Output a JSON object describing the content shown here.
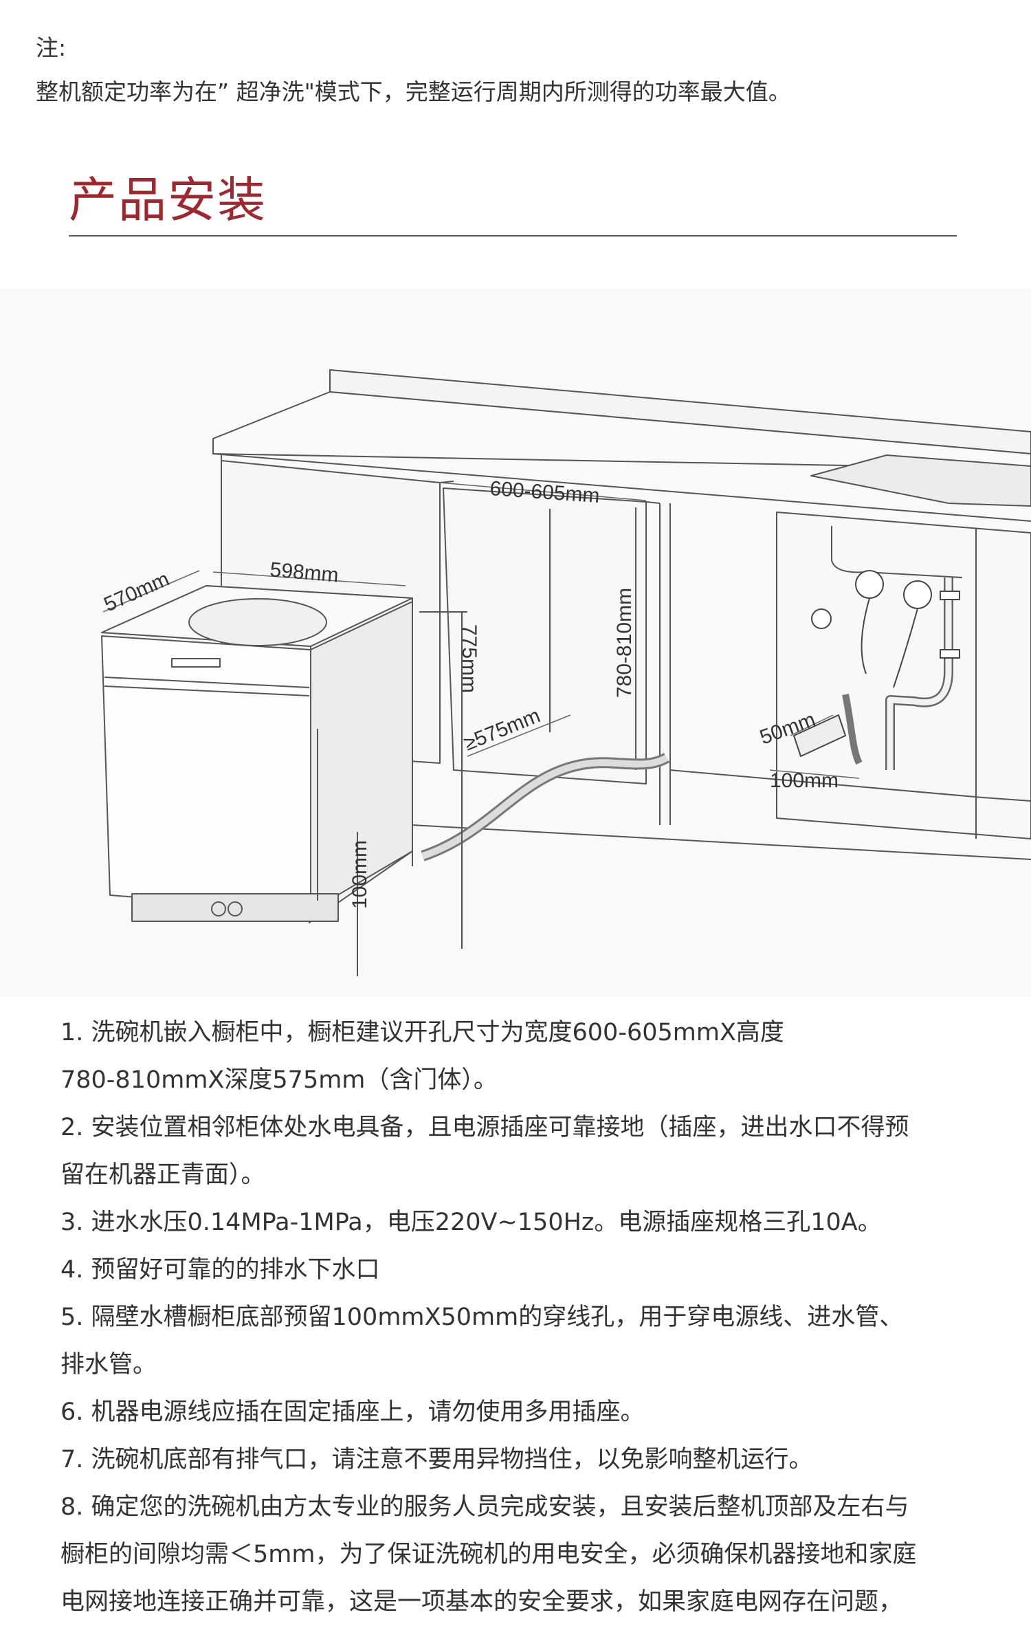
{
  "note": {
    "label": "注:",
    "text": "整机额定功率为在” 超净洗\"模式下，完整运行周期内所测得的功率最大值。"
  },
  "section": {
    "title": "产品安装"
  },
  "diagram": {
    "dim_width_opening": "600-605mm",
    "dim_height_opening": "780-810mm",
    "dim_depth_opening": "≥575mm",
    "dim_machine_width": "598mm",
    "dim_machine_depth": "570mm",
    "dim_machine_height": "775mm",
    "dim_bottom_gap": "100mm",
    "dim_hole_width": "100mm",
    "dim_hole_depth": "50mm"
  },
  "instructions": [
    "1. 洗碗机嵌入橱柜中，橱柜建议开孔尺寸为宽度600-605mmX高度",
    "780-810mmX深度575mm（含门体）。",
    "2. 安装位置相邻柜体处水电具备，且电源插座可靠接地（插座，进出水口不得预",
    "留在机器正青面）。",
    "3. 进水水压0.14MPa-1MPa，电压220V~150Hz。电源插座规格三孔10A。",
    "4. 预留好可靠的的排水下水口",
    "5. 隔壁水槽橱柜底部预留100mmX50mm的穿线孔，用于穿电源线、进水管、",
    "排水管。",
    "6. 机器电源线应插在固定插座上，请勿使用多用插座。",
    "7. 洗碗机底部有排气口，请注意不要用异物挡住，以免影响整机运行。",
    "8. 确定您的洗碗机由方太专业的服务人员完成安装，且安装后整机顶部及左右与",
    "橱柜的间隙均需＜5mm，为了保证洗碗机的用电安全，必须确保机器接地和家庭",
    "电网接地连接正确并可靠，这是一项基本的安全要求，如果家庭电网存在问题，"
  ]
}
